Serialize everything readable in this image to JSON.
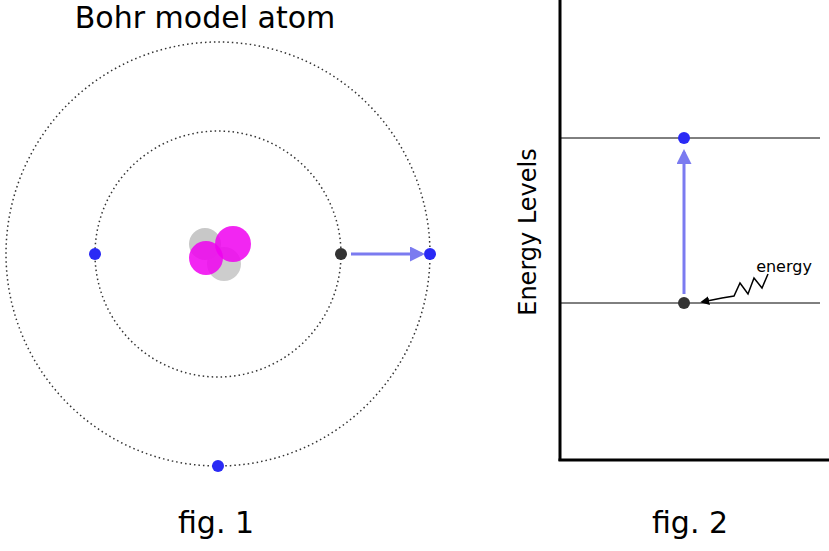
{
  "diagram": {
    "labels": [
      "Bohr model atom",
      "fig. 1",
      "Energy Levels",
      "energy",
      "fig. 2"
    ]
  }
}
